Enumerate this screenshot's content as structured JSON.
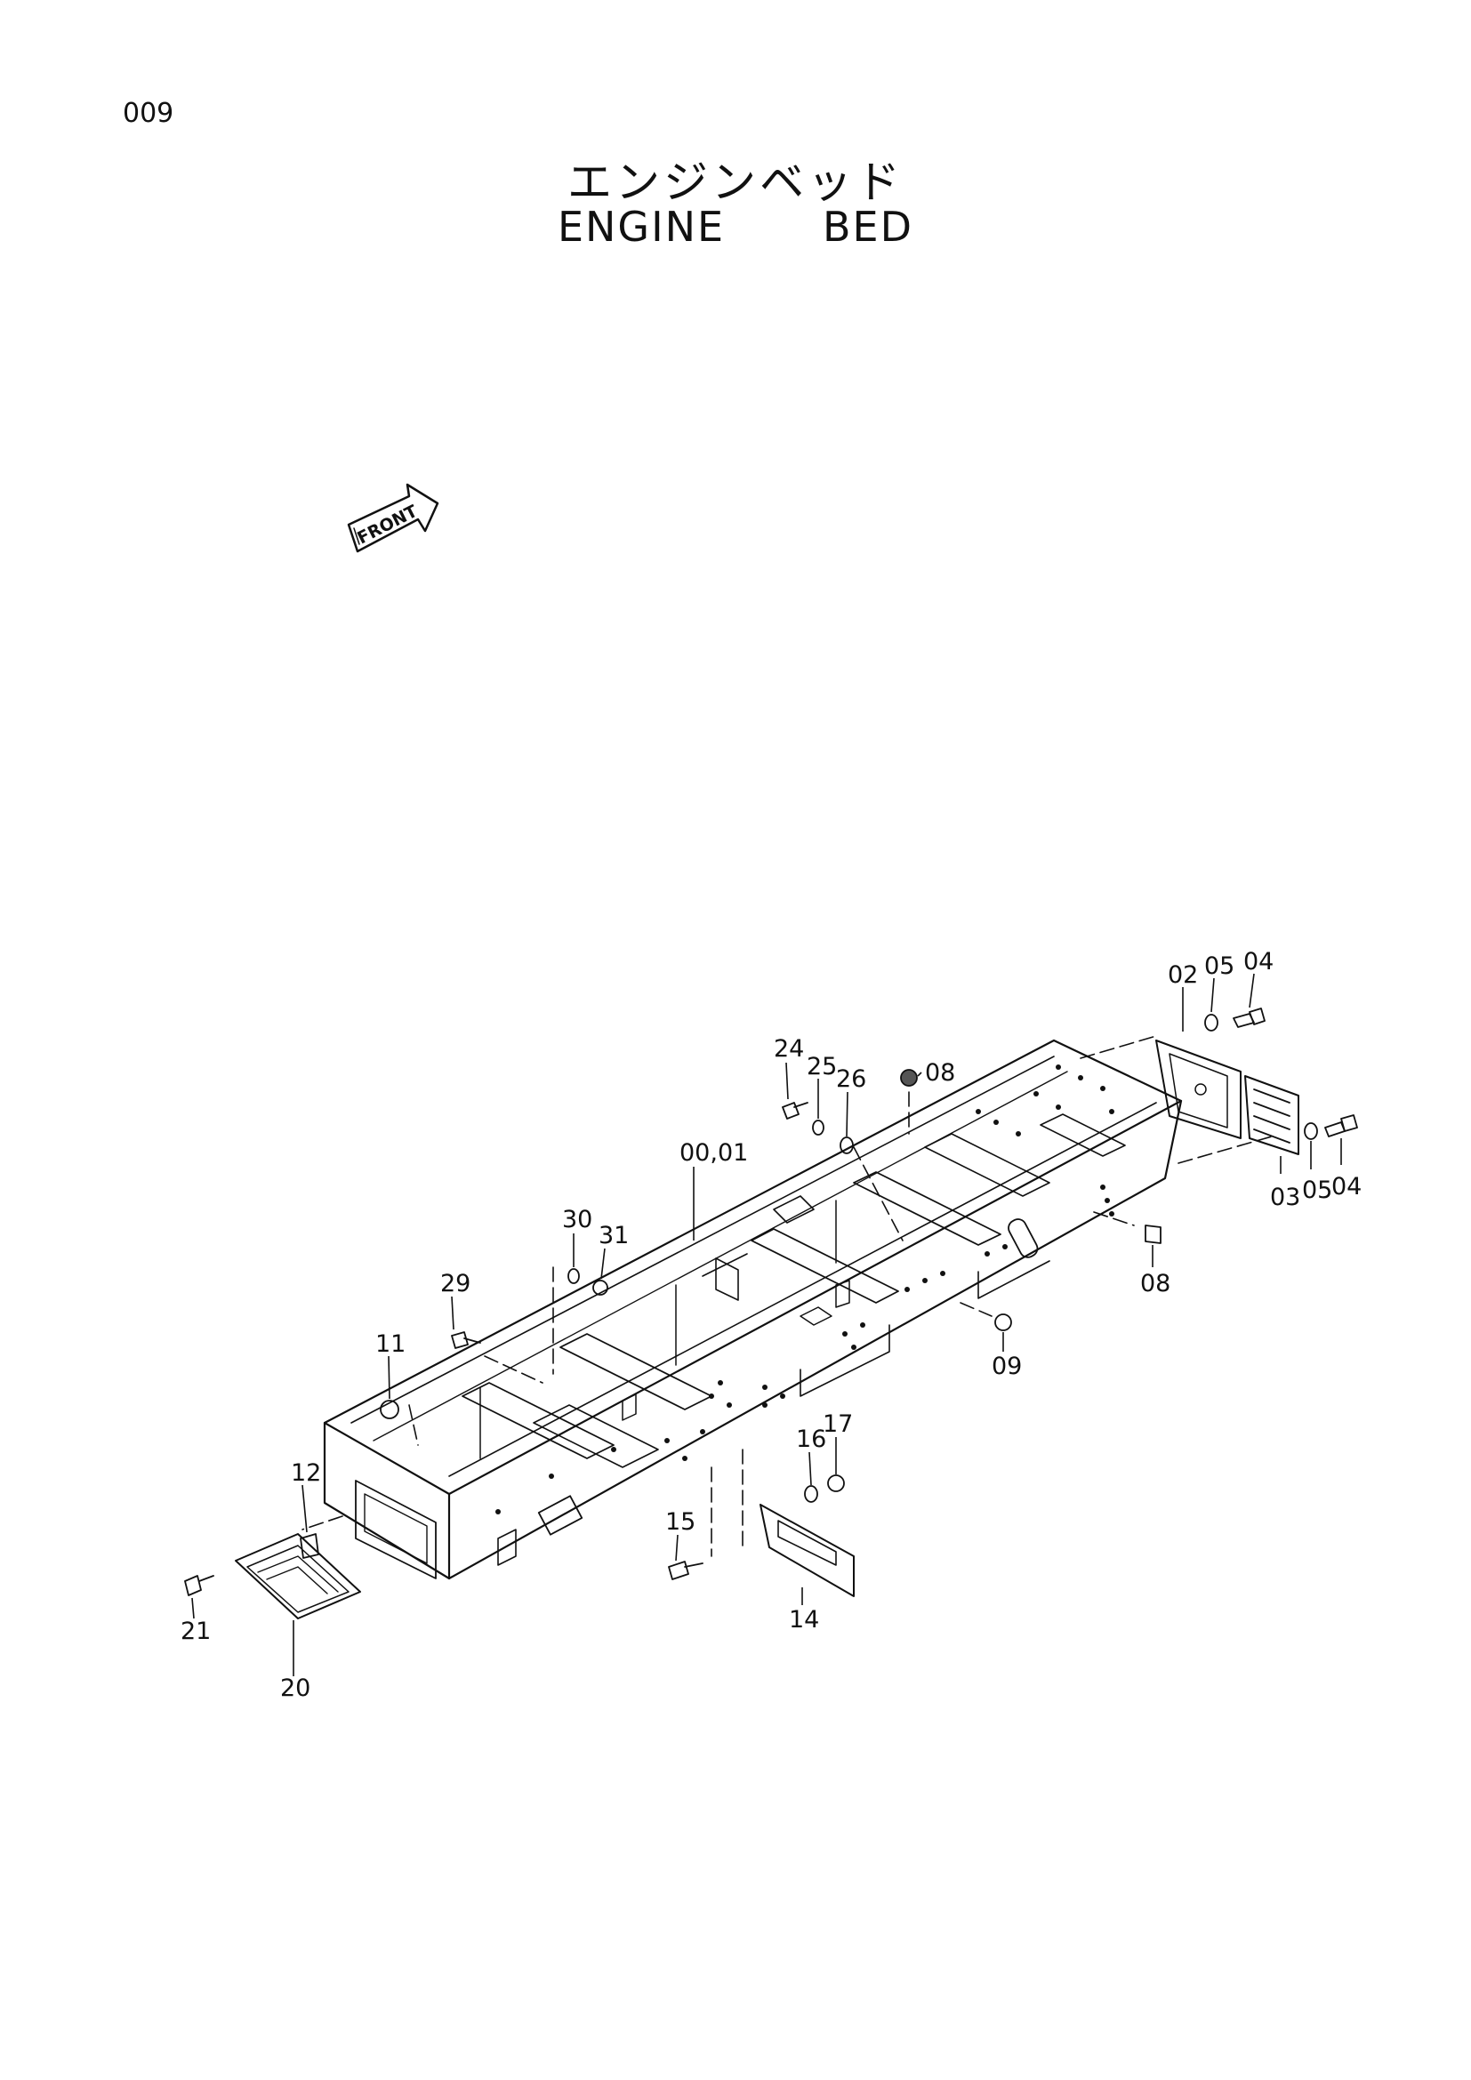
{
  "page": {
    "number": "009"
  },
  "title": {
    "japanese": "エンジンベッド",
    "english": "ENGINE   BED"
  },
  "front_arrow": {
    "label": "FRONT"
  },
  "part_labels": [
    {
      "id": "p02",
      "text": "02"
    },
    {
      "id": "p05a",
      "text": "05"
    },
    {
      "id": "p04a",
      "text": "04"
    },
    {
      "id": "p24",
      "text": "24"
    },
    {
      "id": "p25",
      "text": "25"
    },
    {
      "id": "p26",
      "text": "26"
    },
    {
      "id": "p08a",
      "text": "08"
    },
    {
      "id": "p0001",
      "text": "00,01"
    },
    {
      "id": "p03",
      "text": "03"
    },
    {
      "id": "p05b",
      "text": "05"
    },
    {
      "id": "p04b",
      "text": "04"
    },
    {
      "id": "p30",
      "text": "30"
    },
    {
      "id": "p31",
      "text": "31"
    },
    {
      "id": "p29",
      "text": "29"
    },
    {
      "id": "p08b",
      "text": "08"
    },
    {
      "id": "p09",
      "text": "09"
    },
    {
      "id": "p11",
      "text": "11"
    },
    {
      "id": "p16",
      "text": "16"
    },
    {
      "id": "p17",
      "text": "17"
    },
    {
      "id": "p12",
      "text": "12"
    },
    {
      "id": "p15",
      "text": "15"
    },
    {
      "id": "p14",
      "text": "14"
    },
    {
      "id": "p21",
      "text": "21"
    },
    {
      "id": "p20",
      "text": "20"
    }
  ]
}
